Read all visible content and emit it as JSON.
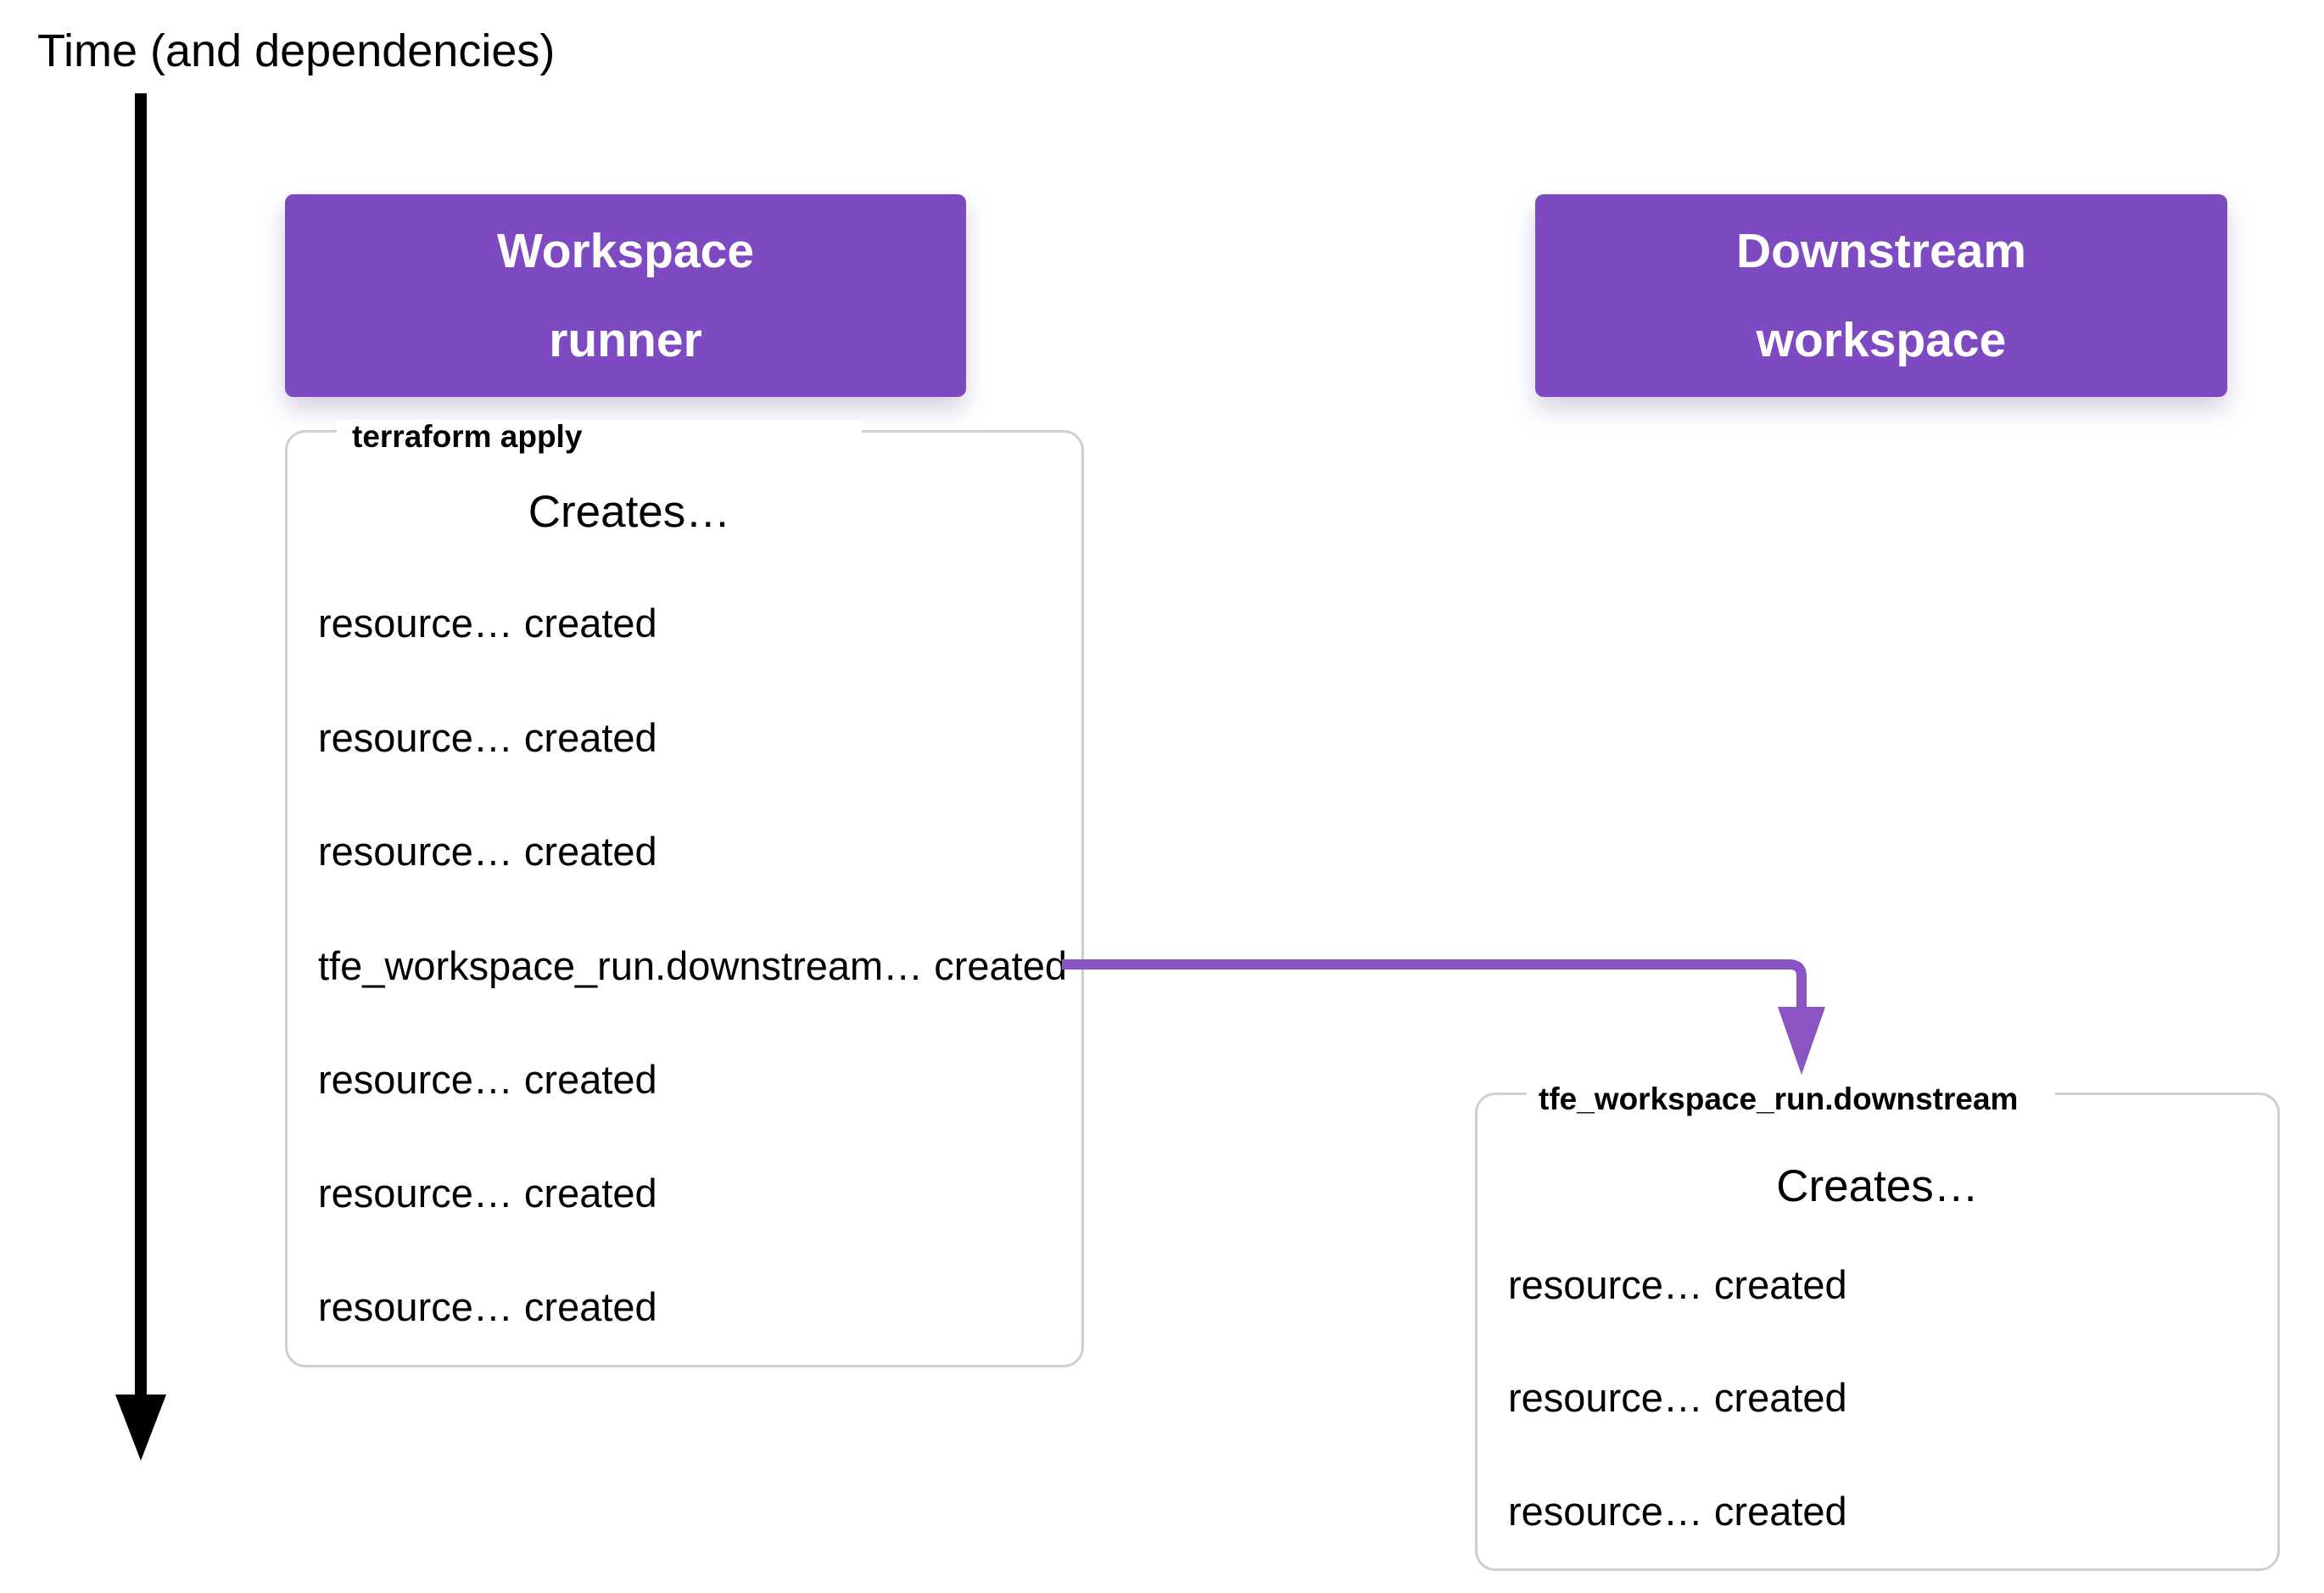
{
  "timeline": {
    "label": "Time (and dependencies)"
  },
  "colors": {
    "header_purple": "#7d4ac1",
    "arrow_purple": "#8a54c2",
    "box_border_gray": "#cfcfcf",
    "text_black": "#000000",
    "white": "#ffffff"
  },
  "workspace_runner": {
    "title_line1": "Workspace",
    "title_line2": "runner",
    "run_block": {
      "label": "terraform apply",
      "heading": "Creates…",
      "items": [
        "resource… created",
        "resource… created",
        "resource… created",
        "tfe_workspace_run.downstream… created",
        "resource… created",
        "resource… created",
        "resource… created"
      ]
    }
  },
  "downstream_workspace": {
    "title_line1": "Downstream",
    "title_line2": "workspace",
    "run_block": {
      "label": "tfe_workspace_run.downstream",
      "heading": "Creates…",
      "items": [
        "resource… created",
        "resource… created",
        "resource… created"
      ]
    }
  }
}
